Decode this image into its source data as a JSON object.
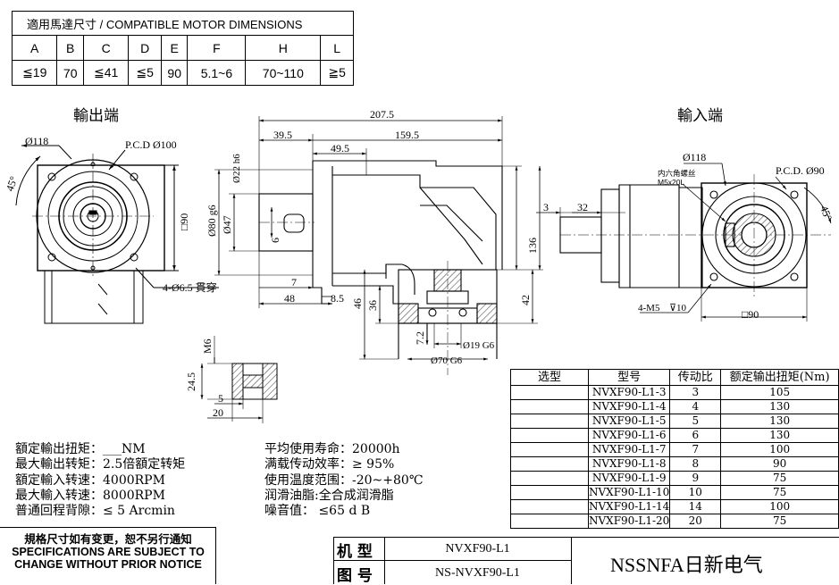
{
  "motor_table": {
    "title": "適用馬達尺寸 / COMPATIBLE MOTOR DIMENSIONS",
    "headers": [
      "A",
      "B",
      "C",
      "D",
      "E",
      "F",
      "H",
      "L"
    ],
    "values": [
      "≦19",
      "70",
      "≦41",
      "≦5",
      "90",
      "5.1~6",
      "70~110",
      "≧5"
    ]
  },
  "views": {
    "output_end": "輸出端",
    "input_end": "輸入端"
  },
  "dims": {
    "out_dia": "Ø118",
    "out_pcd": "P.C.D Ø100",
    "out_angle": "45°",
    "out_square": "□90",
    "out_holes": "4-Ø6.5 貫穿",
    "len_total": "207.5",
    "len_39": "39.5",
    "len_159": "159.5",
    "len_49": "49.5",
    "d22": "Ø22 h6",
    "d80": "Ø80 g6",
    "d47": "Ø47",
    "d6": "6",
    "d7": "7",
    "d48": "48",
    "d8": "8.5",
    "d46": "46",
    "d36": "36",
    "d42": "42",
    "d136": "136",
    "d7_2": "7.2",
    "d19": "Ø19 G6",
    "d70": "Ø70 G6",
    "key_m6": "M6",
    "key_24": "24.5",
    "key_5": "5",
    "key_20": "20",
    "in_3": "3",
    "in_32": "32",
    "in_dia": "Ø118",
    "in_screw_1": "内六角螺丝",
    "in_screw_2": "M5x20L",
    "in_pcd": "P.C.D. Ø90",
    "in_angle": "45°",
    "in_m5": "4-M5",
    "in_m5_depth": "10",
    "in_square": "□90"
  },
  "specs_left": [
    {
      "label": "額定輸出扭矩：",
      "value": "___NM"
    },
    {
      "label": "最大輸出转矩：",
      "value": "2.5倍額定转矩"
    },
    {
      "label": "額定輸入转速：",
      "value": "4000RPM"
    },
    {
      "label": "最大輸入转速：",
      "value": "8000RPM"
    },
    {
      "label": "普通回程背隙：",
      "value": "≤ 5 Arcmin"
    }
  ],
  "specs_right": [
    {
      "label": "平均使用寿命：",
      "value": "20000h"
    },
    {
      "label": "满载传动效率：",
      "value": "≥  95%"
    },
    {
      "label": "使用温度范围：",
      "value": "-20~+80℃"
    },
    {
      "label": "润滑油脂:",
      "value": "全合成润滑脂"
    },
    {
      "label": "噪音值",
      "value": "：      ≤65 d B"
    }
  ],
  "selection_table": {
    "headers": [
      "选型",
      "型号",
      "传动比",
      "额定输出扭矩(Nm)"
    ],
    "rows": [
      [
        "",
        "NVXF90-L1-3",
        "3",
        "105"
      ],
      [
        "",
        "NVXF90-L1-4",
        "4",
        "130"
      ],
      [
        "",
        "NVXF90-L1-5",
        "5",
        "130"
      ],
      [
        "",
        "NVXF90-L1-6",
        "6",
        "130"
      ],
      [
        "",
        "NVXF90-L1-7",
        "7",
        "100"
      ],
      [
        "",
        "NVXF90-L1-8",
        "8",
        "90"
      ],
      [
        "",
        "NVXF90-L1-9",
        "9",
        "75"
      ],
      [
        "",
        "NVXF90-L1-10",
        "10",
        "75"
      ],
      [
        "",
        "NVXF90-L1-14",
        "14",
        "100"
      ],
      [
        "",
        "NVXF90-L1-20",
        "20",
        "75"
      ]
    ]
  },
  "notice": {
    "line1": "規格尺寸如有变更，恕不另行通知",
    "line2": "SPECIFICATIONS ARE SUBJECT TO",
    "line3": "CHANGE WITHOUT PRIOR NOTICE"
  },
  "title_block": {
    "model_label": "机 型",
    "model_value": "NVXF90-L1",
    "drawing_label": "图 号",
    "drawing_value": "NS-NVXF90-L1",
    "company": "NSSNFA日新电气"
  }
}
